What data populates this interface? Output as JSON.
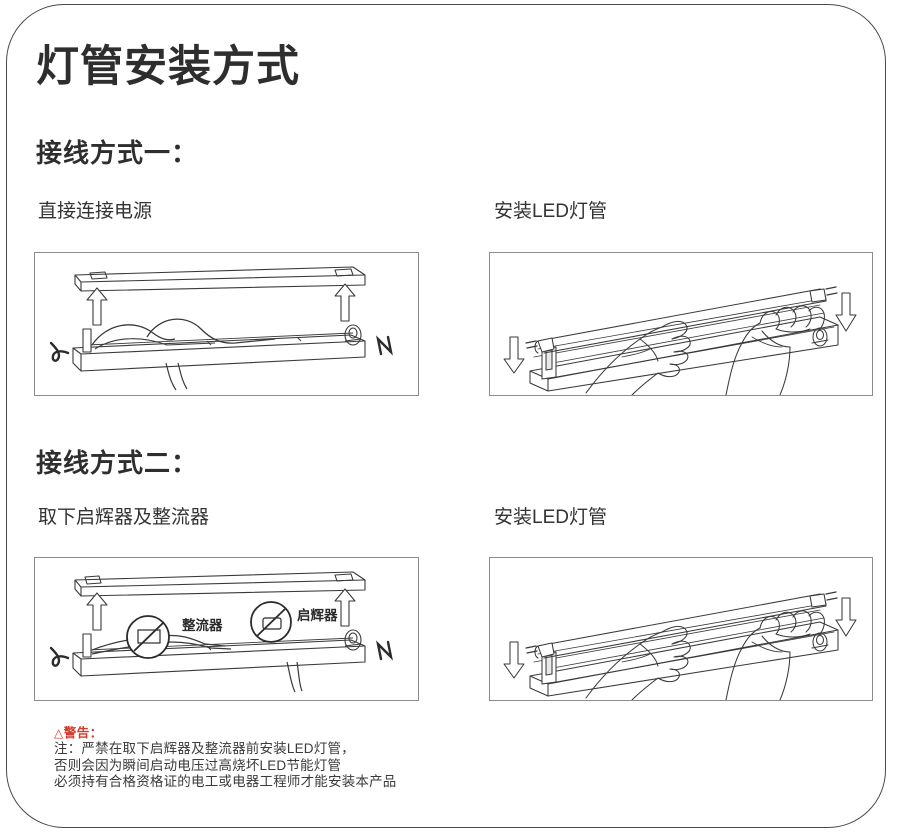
{
  "document": {
    "title": "灯管安装方式",
    "frame_color": "#4a4a4a",
    "text_color": "#2e2e2e",
    "warning_color": "#d33b2c"
  },
  "sections": [
    {
      "id": "method-one",
      "heading": "接线方式一：",
      "steps": [
        {
          "id": "step-1a",
          "caption": "直接连接电源",
          "diagram": {
            "type": "fixture-wiring",
            "labels": [
              {
                "text": "L",
                "side": "left"
              },
              {
                "text": "N",
                "side": "right"
              }
            ],
            "annotations": []
          }
        },
        {
          "id": "step-1b",
          "caption": "安装LED灯管",
          "diagram": {
            "type": "hands-install-tube",
            "labels": [],
            "annotations": []
          }
        }
      ]
    },
    {
      "id": "method-two",
      "heading": "接线方式二：",
      "steps": [
        {
          "id": "step-2a",
          "caption": "取下启辉器及整流器",
          "diagram": {
            "type": "fixture-wiring-remove",
            "labels": [
              {
                "text": "L",
                "side": "left"
              },
              {
                "text": "N",
                "side": "right"
              }
            ],
            "annotations": [
              {
                "text": "整流器",
                "marker": "prohibition-circle"
              },
              {
                "text": "启辉器",
                "marker": "prohibition-circle"
              }
            ]
          }
        },
        {
          "id": "step-2b",
          "caption": "安装LED灯管",
          "diagram": {
            "type": "hands-install-tube",
            "labels": [],
            "annotations": []
          }
        }
      ]
    }
  ],
  "warning": {
    "icon": "warning-triangle-icon",
    "heading": "警告：",
    "lines": [
      "注：严禁在取下启辉器及整流器前安装LED灯管，",
      "否则会因为瞬间启动电压过高烧坏LED节能灯管",
      "必须持有合格资格证的电工或电器工程师才能安装本产品"
    ]
  }
}
